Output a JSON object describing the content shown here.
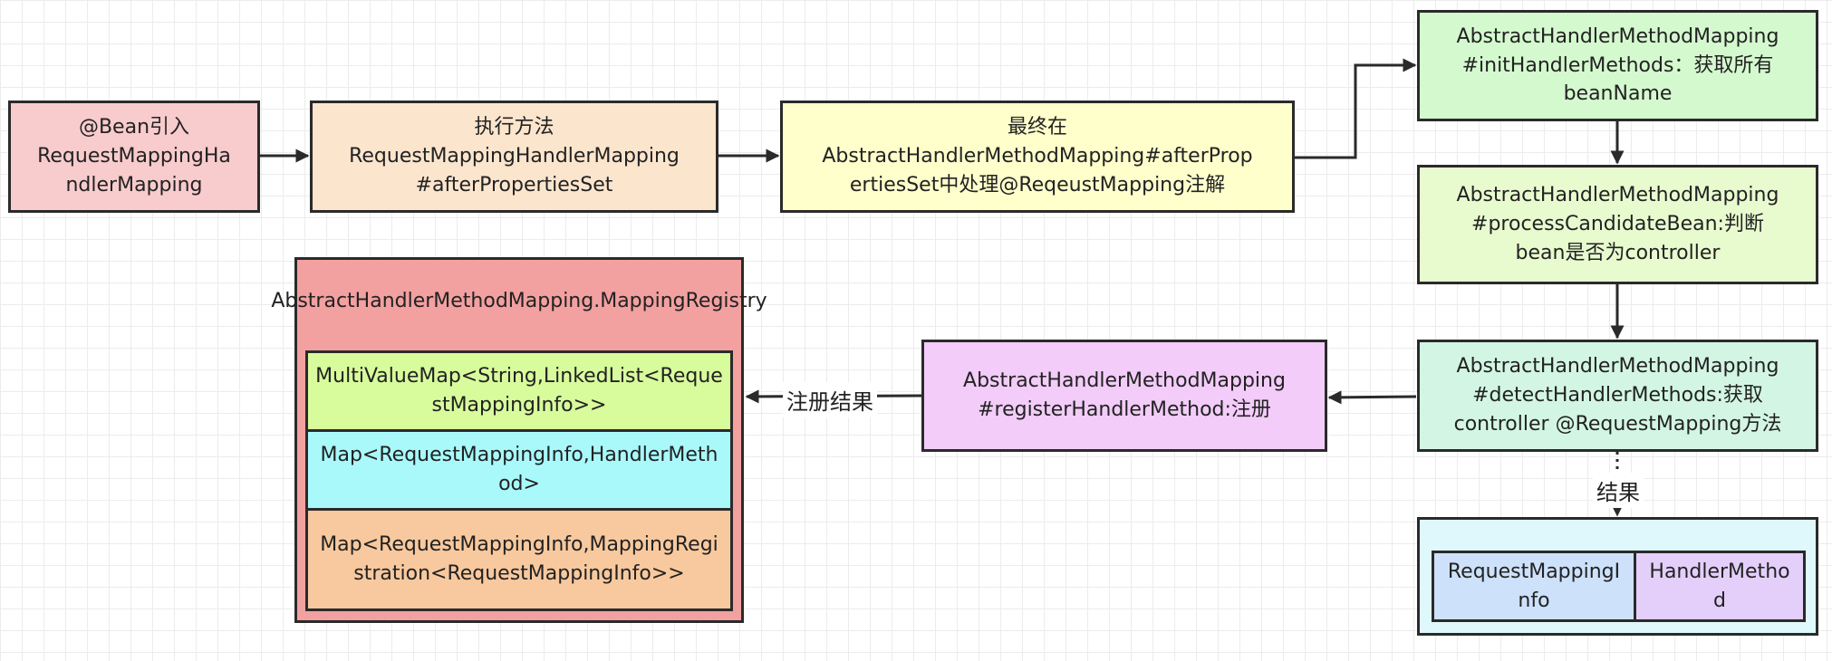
{
  "nodes": {
    "bean_import": {
      "lines": [
        "@Bean引入",
        "RequestMappingHa",
        "ndlerMapping"
      ],
      "color": "#f8cbcd"
    },
    "after_props": {
      "lines": [
        "执行方法",
        "RequestMappingHandlerMapping",
        "#afterPropertiesSet"
      ],
      "color": "#fce5cd"
    },
    "final_process": {
      "lines": [
        "最终在",
        "AbstractHandlerMethodMapping#afterProp",
        "ertiesSet中处理@ReqeustMapping注解"
      ],
      "color": "#ffffcc"
    },
    "init_methods": {
      "lines": [
        "AbstractHandlerMethodMapping",
        "#initHandlerMethods：获取所有",
        "beanName"
      ],
      "color": "#d5f9cf"
    },
    "process_candidate": {
      "lines": [
        "AbstractHandlerMethodMapping",
        "#processCandidateBean:判断",
        "bean是否为controller"
      ],
      "color": "#e8fbcf"
    },
    "detect_methods": {
      "lines": [
        "AbstractHandlerMethodMapping",
        "#detectHandlerMethods:获取",
        "controller @RequestMapping方法"
      ],
      "color": "#d3f6e4"
    },
    "register_method": {
      "lines": [
        "AbstractHandlerMethodMapping",
        "#registerHandlerMethod:注册"
      ],
      "color": "#f3ccf9"
    }
  },
  "registry": {
    "title_lines": [
      "AbstractHandlerMethodMapping",
      ".MappingRegistry"
    ],
    "color": "#f3a0a0",
    "maps": [
      {
        "lines": [
          "MultiValueMap<String,",
          "LinkedList<RequestMappingInfo>>"
        ],
        "color": "#d8fb9c"
      },
      {
        "lines": [
          "Map<RequestMappingInfo,",
          "HandlerMethod>"
        ],
        "color": "#a9f9fb"
      },
      {
        "lines": [
          "Map<RequestMappingInfo,",
          "MappingRegistration<RequestMap",
          "pingInfo>>"
        ],
        "color": "#f8c99e"
      }
    ]
  },
  "result": {
    "color": "#dff8fb",
    "items": [
      {
        "lines": [
          "RequestMappi",
          "ngInfo"
        ],
        "color": "#cde1fb"
      },
      {
        "lines": [
          "HandlerMet",
          "hod"
        ],
        "color": "#e4cffb"
      }
    ]
  },
  "edge_labels": {
    "register_result": "注册结果",
    "result": "结果"
  }
}
